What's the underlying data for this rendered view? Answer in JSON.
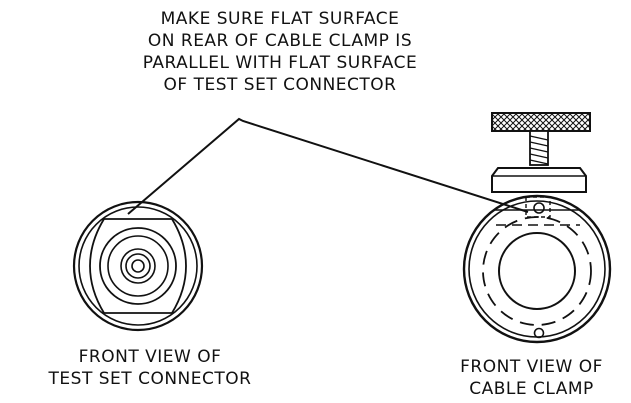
{
  "note": {
    "lines": [
      "MAKE SURE FLAT SURFACE",
      "ON REAR OF CABLE CLAMP IS",
      "PARALLEL WITH FLAT SURFACE",
      "OF TEST SET CONNECTOR"
    ]
  },
  "left_caption": {
    "lines": [
      "FRONT VIEW OF",
      "TEST SET CONNECTOR"
    ]
  },
  "right_caption": {
    "lines": [
      "FRONT VIEW OF",
      "CABLE CLAMP"
    ]
  },
  "colors": {
    "line": "#111111",
    "background": "#ffffff"
  }
}
